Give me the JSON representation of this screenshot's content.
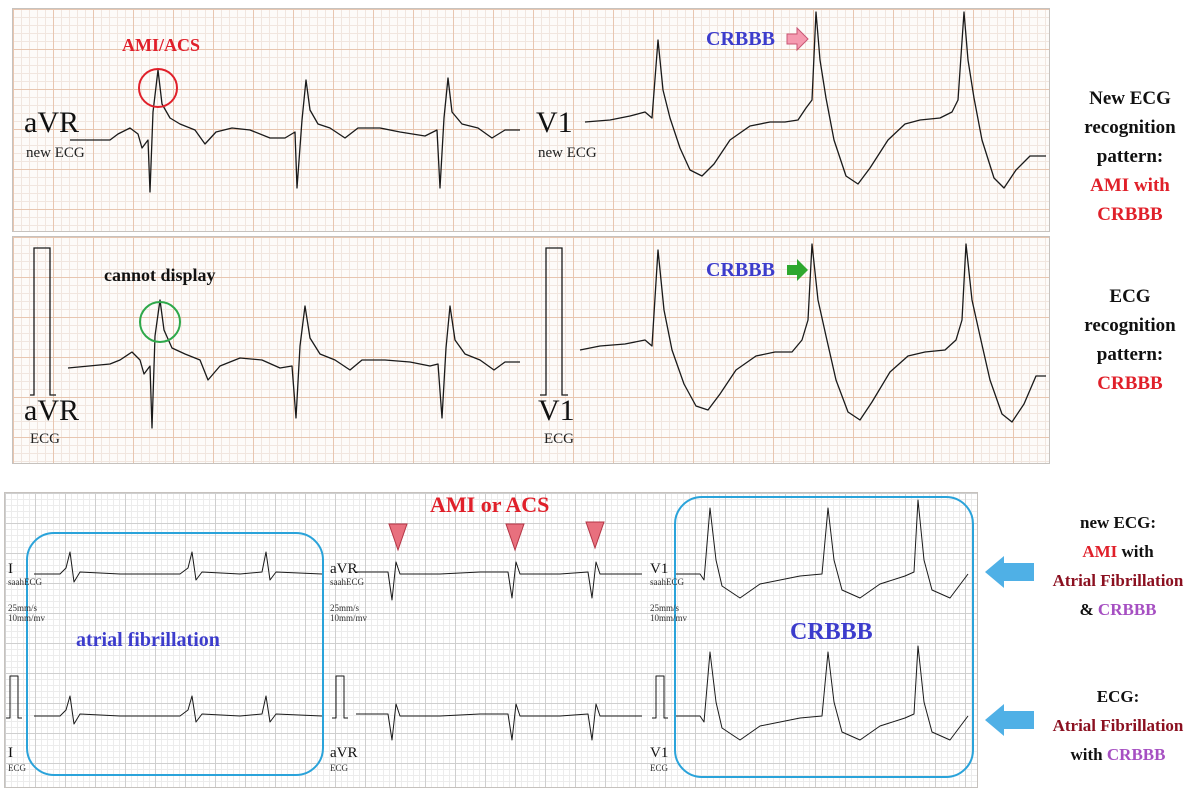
{
  "top": {
    "panel1": {
      "lead_left": "aVR",
      "sub_left": "new ECG",
      "lead_right": "V1",
      "sub_right": "new ECG",
      "annotation_left": "AMI/ACS",
      "annotation_right": "CRBBB",
      "circle_color": "#e0202a",
      "arrow_color": "#f59ab0"
    },
    "panel2": {
      "lead_left": "aVR",
      "sub_left": "ECG",
      "lead_right": "V1",
      "sub_right": "ECG",
      "annotation_left": "cannot display",
      "annotation_right": "CRBBB",
      "circle_color": "#2ea84a",
      "arrow_color": "#2ea82e"
    },
    "side1": {
      "line1": "New ECG",
      "line2": "recognition",
      "line3": "pattern:",
      "line4": "AMI with",
      "line5": "CRBBB"
    },
    "side2": {
      "line1": "ECG",
      "line2": "recognition",
      "line3": "pattern:",
      "line4": "CRBBB"
    }
  },
  "bottom": {
    "title": "AMI or ACS",
    "row1": {
      "lead_i": "I",
      "lead_avr": "aVR",
      "lead_v1": "V1",
      "sub": "saahECG",
      "speed": "25mm/s",
      "gain": "10mm/mv"
    },
    "row2": {
      "lead_i": "I",
      "lead_avr": "aVR",
      "lead_v1": "V1",
      "sub": "ECG"
    },
    "box_left_label": "atrial fibrillation",
    "box_right_label": "CRBBB",
    "box_color": "#2aa3da",
    "marker_color": "#e8707e",
    "side1": {
      "line1": "new ECG:",
      "line2a": "AMI",
      "line2b": " with",
      "line3": "Atrial Fibrillation",
      "line4a": "& ",
      "line4b": "CRBBB"
    },
    "side2": {
      "line1": "ECG:",
      "line2": "Atrial Fibrillation",
      "line3a": "with ",
      "line3b": "CRBBB"
    }
  }
}
